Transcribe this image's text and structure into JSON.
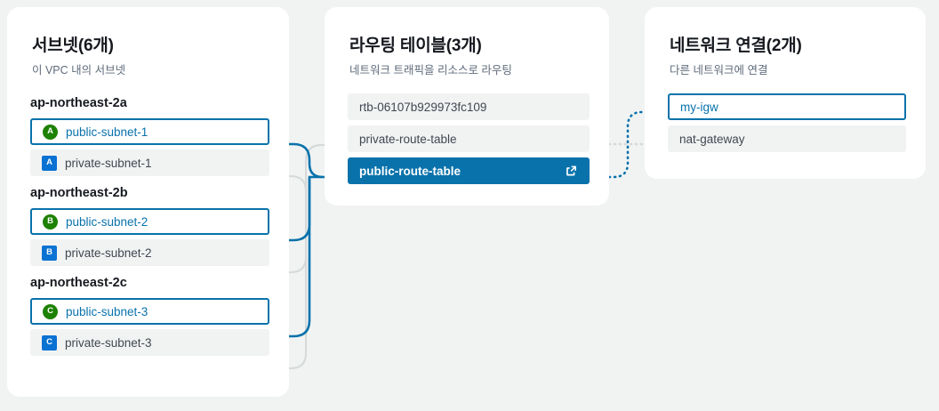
{
  "theme": {
    "page_background": "#f1f3f3",
    "card_background": "#ffffff",
    "accent_blue": "#0972ab",
    "link_blue": "#0972d3",
    "public_badge_green": "#1d8102",
    "private_badge_blue": "#0972d3",
    "row_background": "#f1f3f3",
    "muted_text": "#5f6b7a",
    "title_text": "#16191f",
    "wire_gray": "#d1d5db"
  },
  "subnets_panel": {
    "title": "서브넷(6개)",
    "subtitle": "이 VPC 내의 서브넷",
    "groups": [
      {
        "az": "ap-northeast-2a",
        "rows": [
          {
            "label": "public-subnet-1",
            "badge": "A",
            "badge_kind": "public",
            "state": "selected"
          },
          {
            "label": "private-subnet-1",
            "badge": "A",
            "badge_kind": "private",
            "state": "plain"
          }
        ]
      },
      {
        "az": "ap-northeast-2b",
        "rows": [
          {
            "label": "public-subnet-2",
            "badge": "B",
            "badge_kind": "public",
            "state": "selected"
          },
          {
            "label": "private-subnet-2",
            "badge": "B",
            "badge_kind": "private",
            "state": "plain"
          }
        ]
      },
      {
        "az": "ap-northeast-2c",
        "rows": [
          {
            "label": "public-subnet-3",
            "badge": "C",
            "badge_kind": "public",
            "state": "selected"
          },
          {
            "label": "private-subnet-3",
            "badge": "C",
            "badge_kind": "private",
            "state": "plain"
          }
        ]
      }
    ]
  },
  "route_tables_panel": {
    "title": "라우팅 테이블(3개)",
    "subtitle": "네트워크 트래픽을 리소스로 라우팅",
    "rows": [
      {
        "label": "rtb-06107b929973fc109",
        "state": "plain",
        "icon": null
      },
      {
        "label": "private-route-table",
        "state": "plain",
        "icon": null
      },
      {
        "label": "public-route-table",
        "state": "filled",
        "icon": "external-link-icon"
      }
    ]
  },
  "networks_panel": {
    "title": "네트워크 연결(2개)",
    "subtitle": "다른 네트워크에 연결",
    "rows": [
      {
        "label": "my-igw",
        "state": "selected"
      },
      {
        "label": "nat-gateway",
        "state": "plain"
      }
    ]
  }
}
